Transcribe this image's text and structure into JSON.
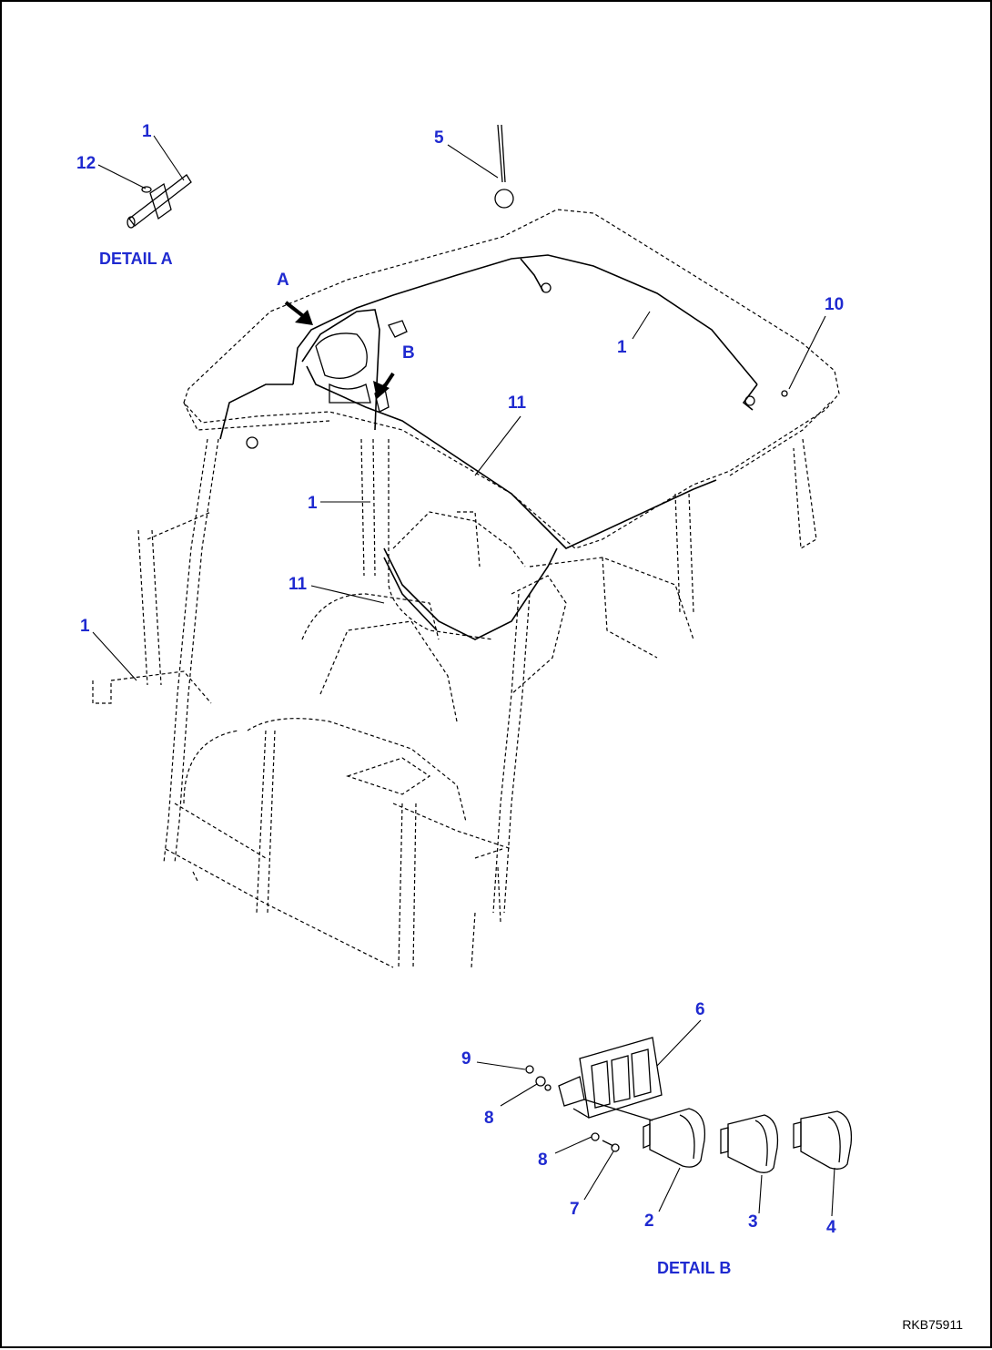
{
  "detail_a": {
    "title": "DETAIL A",
    "labels": [
      "1",
      "12"
    ]
  },
  "detail_b": {
    "title": "DETAIL B",
    "labels": [
      "9",
      "8",
      "8",
      "7",
      "6",
      "2",
      "3",
      "4"
    ]
  },
  "main_view": {
    "labels": [
      "5",
      "A",
      "B",
      "1",
      "10",
      "11",
      "1",
      "11",
      "1"
    ]
  },
  "drawing_code": "RKB75911"
}
